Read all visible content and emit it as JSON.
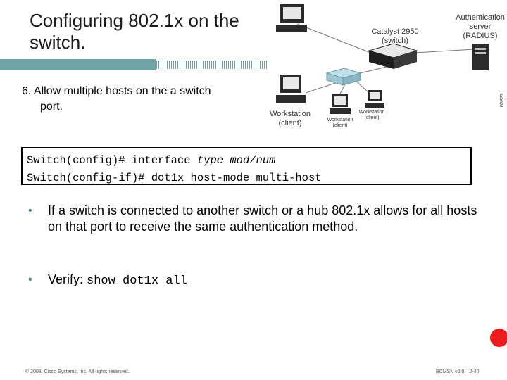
{
  "slide": {
    "title": "Configuring 802.1x on the switch.",
    "step_line1": "6. Allow multiple hosts on the a switch",
    "step_line2": "port."
  },
  "diagram": {
    "switch_label_1": "Catalyst 2950",
    "switch_label_2": "(switch)",
    "auth_label_1": "Authentication",
    "auth_label_2": "server",
    "auth_label_3": "(RADIUS)",
    "ws_label_1": "Workstation",
    "ws_label_2": "(client)",
    "ws_small_1": "Workstation",
    "ws_small_2": "(client)",
    "ws_small_3": "Workstation",
    "ws_small_4": "(client)",
    "figure_id": "65323"
  },
  "code": {
    "line1_prompt": "Switch(config)# interface ",
    "line1_arg": "type mod/num",
    "line2": "Switch(config-if)# dot1x host-mode multi-host"
  },
  "bullets": {
    "b1": "If a switch is connected to another switch or a hub 802.1x allows for all hosts on that port to receive the same authentication method.",
    "b2_label": "Verify: ",
    "b2_cmd": "show dot1x all",
    "marker": "•"
  },
  "footer": {
    "left": "© 2003, Cisco Systems, Inc. All rights reserved.",
    "right": "BCMSN v2.0—2-40"
  },
  "colors": {
    "accent_teal": "#6fa3a5",
    "red_marker": "#ee1c1c"
  }
}
